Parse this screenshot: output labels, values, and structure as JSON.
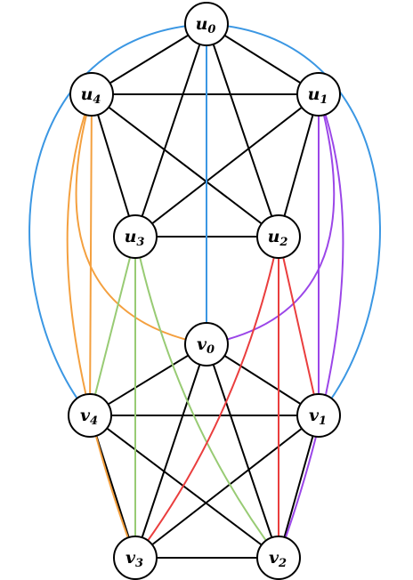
{
  "colors": {
    "black": "#000000",
    "blue": "#3b97e3",
    "orange": "#f4a03f",
    "purple": "#9b46e8",
    "green": "#98cb74",
    "red": "#ea3e3e"
  },
  "nodes": [
    {
      "id": "u0",
      "base": "u",
      "sub": "0"
    },
    {
      "id": "u1",
      "base": "u",
      "sub": "1"
    },
    {
      "id": "u2",
      "base": "u",
      "sub": "2"
    },
    {
      "id": "u3",
      "base": "u",
      "sub": "3"
    },
    {
      "id": "u4",
      "base": "u",
      "sub": "4"
    },
    {
      "id": "v0",
      "base": "v",
      "sub": "0"
    },
    {
      "id": "v1",
      "base": "v",
      "sub": "1"
    },
    {
      "id": "v2",
      "base": "v",
      "sub": "2"
    },
    {
      "id": "v3",
      "base": "v",
      "sub": "3"
    },
    {
      "id": "v4",
      "base": "v",
      "sub": "4"
    }
  ],
  "edges": [
    {
      "from": "u0",
      "to": "u1",
      "color": "black"
    },
    {
      "from": "u0",
      "to": "u4",
      "color": "black"
    },
    {
      "from": "u0",
      "to": "u2",
      "color": "black"
    },
    {
      "from": "u0",
      "to": "u3",
      "color": "black"
    },
    {
      "from": "u1",
      "to": "u4",
      "color": "black"
    },
    {
      "from": "u1",
      "to": "u2",
      "color": "black"
    },
    {
      "from": "u1",
      "to": "u3",
      "color": "black"
    },
    {
      "from": "u4",
      "to": "u2",
      "color": "black"
    },
    {
      "from": "u4",
      "to": "u3",
      "color": "black"
    },
    {
      "from": "u2",
      "to": "u3",
      "color": "black"
    },
    {
      "from": "v0",
      "to": "v1",
      "color": "black"
    },
    {
      "from": "v0",
      "to": "v4",
      "color": "black"
    },
    {
      "from": "v0",
      "to": "v2",
      "color": "black"
    },
    {
      "from": "v0",
      "to": "v3",
      "color": "black"
    },
    {
      "from": "v1",
      "to": "v4",
      "color": "black"
    },
    {
      "from": "v1",
      "to": "v2",
      "color": "black"
    },
    {
      "from": "v1",
      "to": "v3",
      "color": "black"
    },
    {
      "from": "v4",
      "to": "v2",
      "color": "black"
    },
    {
      "from": "v4",
      "to": "v3",
      "color": "black"
    },
    {
      "from": "v2",
      "to": "v3",
      "color": "black"
    },
    {
      "from": "u0",
      "to": "v0",
      "color": "blue"
    },
    {
      "from": "u0",
      "to": "v4",
      "color": "blue"
    },
    {
      "from": "u0",
      "to": "v1",
      "color": "blue"
    },
    {
      "from": "u4",
      "to": "v4",
      "color": "orange"
    },
    {
      "from": "u4",
      "to": "v3",
      "color": "orange"
    },
    {
      "from": "u4",
      "to": "v0",
      "color": "orange"
    },
    {
      "from": "u1",
      "to": "v1",
      "color": "purple"
    },
    {
      "from": "u1",
      "to": "v2",
      "color": "purple"
    },
    {
      "from": "u1",
      "to": "v0",
      "color": "purple"
    },
    {
      "from": "u3",
      "to": "v4",
      "color": "green"
    },
    {
      "from": "u3",
      "to": "v3",
      "color": "green"
    },
    {
      "from": "u3",
      "to": "v2",
      "color": "green"
    },
    {
      "from": "u2",
      "to": "v1",
      "color": "red"
    },
    {
      "from": "u2",
      "to": "v2",
      "color": "red"
    },
    {
      "from": "u2",
      "to": "v3",
      "color": "red"
    }
  ]
}
